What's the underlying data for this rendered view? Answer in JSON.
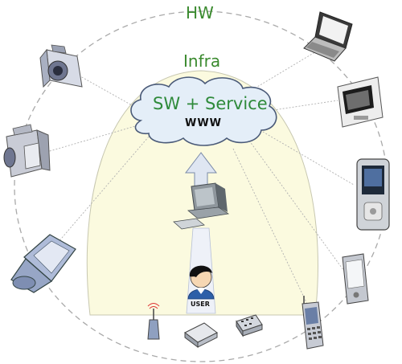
{
  "diagram": {
    "outer_label": "HW",
    "inner_label": "Infra",
    "cloud_title": "SW + Service",
    "cloud_subtitle": "WWW",
    "user_label": "USER"
  },
  "colors": {
    "label_green": "#3a8a2e",
    "infra_fill": "#fbfadf",
    "cloud_fill": "#e4eef8",
    "cloud_stroke": "#4a5a78",
    "arrow_fill": "#dfe6f2",
    "dashed_circle": "#a9a9a9"
  },
  "icons": [
    "laptop-icon",
    "camera-icon",
    "media-player-icon",
    "camcorder-icon",
    "mp3-player-icon",
    "cellphone-icon",
    "pda-icon",
    "mobile-phone-icon",
    "network-switch-icon",
    "router-icon",
    "wireless-antenna-icon",
    "desktop-computer-icon",
    "user-avatar-icon"
  ]
}
